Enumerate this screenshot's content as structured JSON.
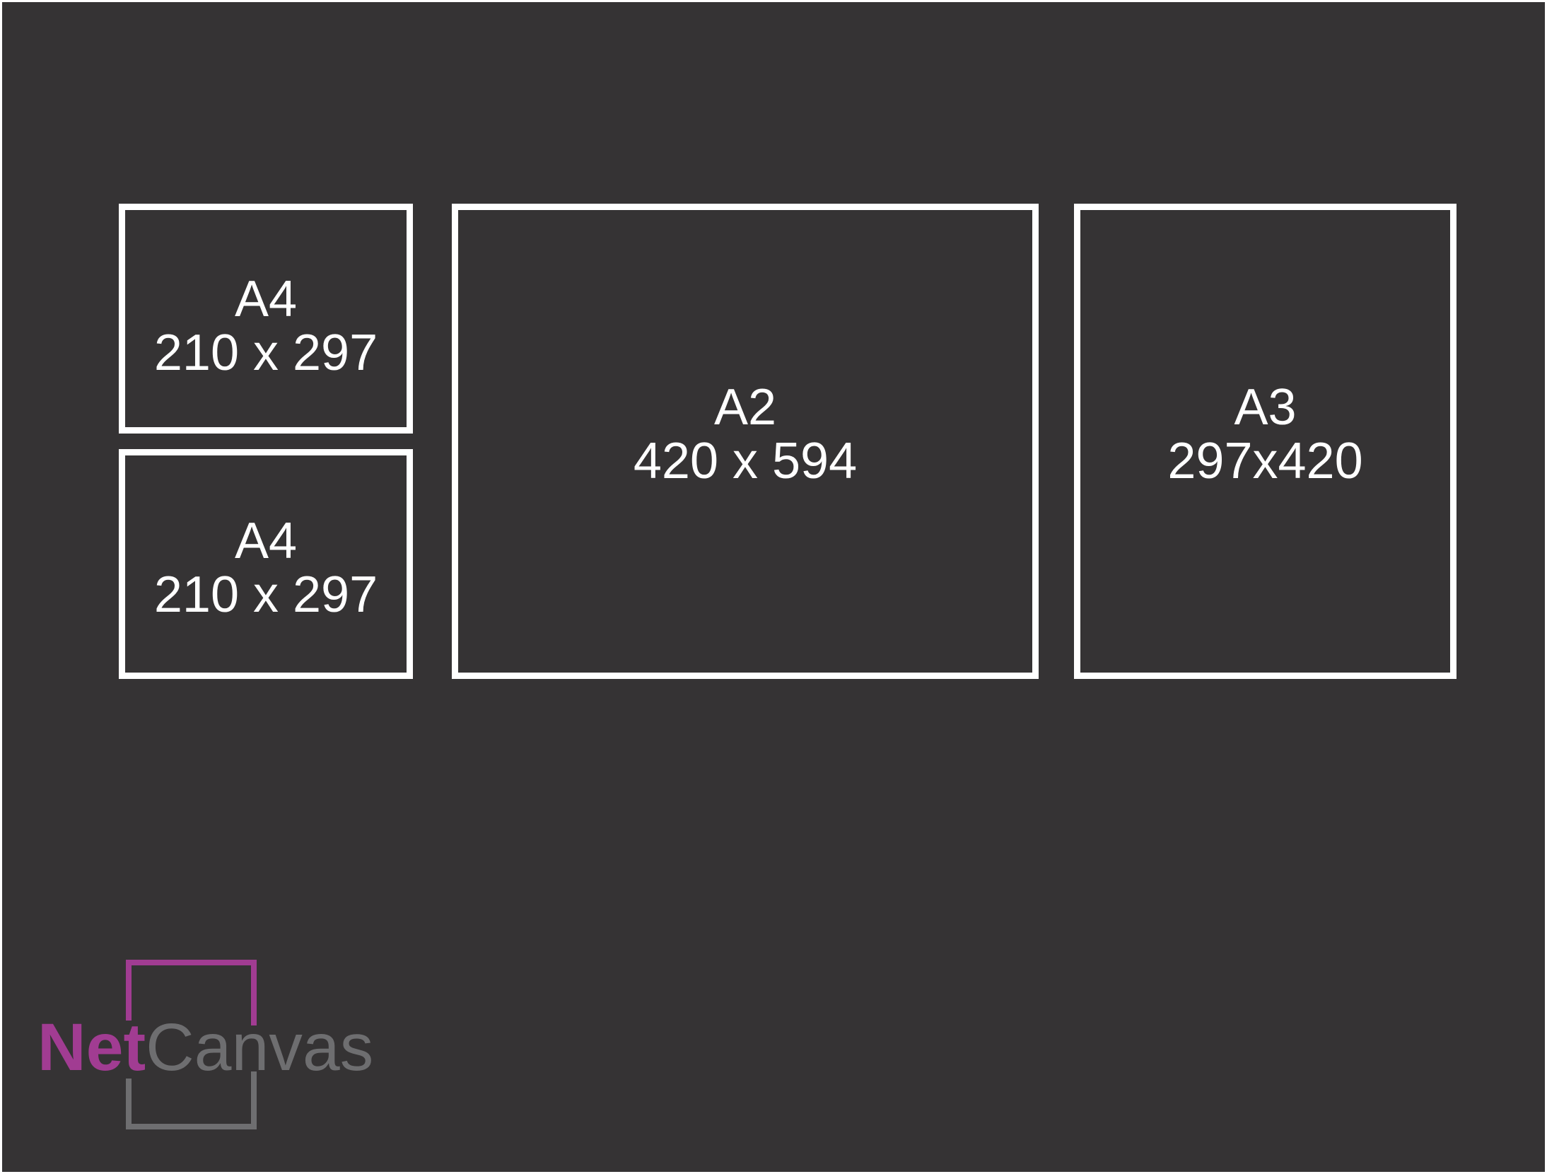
{
  "frames": [
    {
      "id": "a4-top",
      "label": "A4",
      "dims": "210 x 297"
    },
    {
      "id": "a4-bottom",
      "label": "A4",
      "dims": "210 x 297"
    },
    {
      "id": "a2",
      "label": "A2",
      "dims": "420 x 594"
    },
    {
      "id": "a3",
      "label": "A3",
      "dims": "297x420"
    }
  ],
  "logo": {
    "part1": "Net",
    "part2": "Canvas",
    "colors": {
      "primary": "#a13c92",
      "secondary": "#6e6e70"
    }
  },
  "colors": {
    "background": "#353334",
    "frame_border": "#ffffff",
    "text": "#ffffff"
  }
}
